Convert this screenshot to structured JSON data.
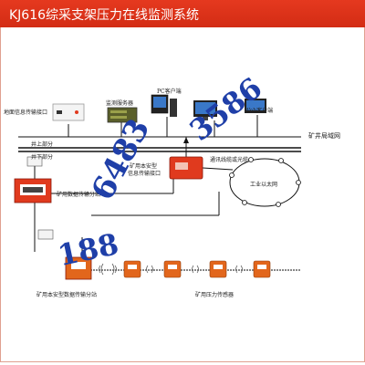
{
  "header": {
    "title": "KJ616综采支架压力在线监测系统"
  },
  "labels": {
    "surface_port": "地面信息传输接口",
    "monitor_server": "监测服务器",
    "pc_client": "PC客户端",
    "web_client": "Web客户端",
    "mine_lan": "矿井局域网",
    "above_ground": "井上部分",
    "below_ground": "井下部分",
    "intrinsic_safe_port_line1": "矿用本安型",
    "intrinsic_safe_port_line2": "信息传输接口",
    "comm_cable": "通讯线缆或光缆",
    "industrial_ethernet": "工业以太网",
    "data_substation": "矿用数据传输分站",
    "intrinsic_data_substation": "矿用本安型数据传输分站",
    "pressure_sensors": "矿用压力传感器"
  },
  "watermark": {
    "part1": "188",
    "part2": "6483",
    "part3": "3586"
  },
  "colors": {
    "accent_red": "#e03a1e",
    "watermark_blue": "#1f3fa8",
    "line": "#111111",
    "sensor_orange": "#e2661c"
  }
}
